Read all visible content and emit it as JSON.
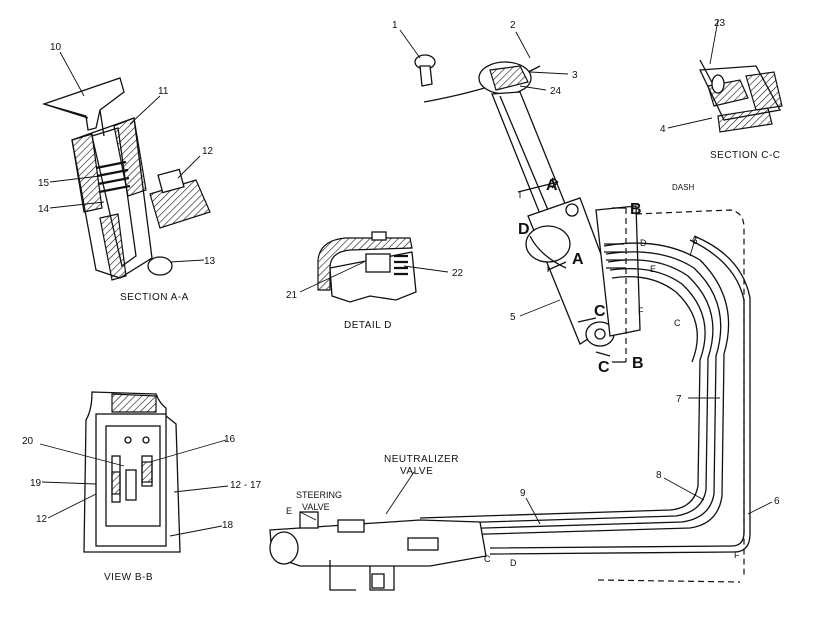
{
  "parts": [
    "1",
    "2",
    "3",
    "24",
    "23",
    "4",
    "10",
    "11",
    "12",
    "15",
    "14",
    "13",
    "21",
    "22",
    "5",
    "6",
    "7",
    "8",
    "9",
    "6",
    "16",
    "20",
    "19",
    "12",
    "12 - 17",
    "18"
  ],
  "section_labels": {
    "section_aa": "SECTION  A-A",
    "section_cc": "SECTION  C-C",
    "detail_d": "DETAIL  D",
    "view_bb": "VIEW  B-B"
  },
  "text_labels": {
    "dash": "DASH",
    "neutralizer_line1": "NEUTRALIZER",
    "neutralizer_line2": "VALVE",
    "steering_line1": "STEERING",
    "steering_line2": "VALVE"
  },
  "cut_markers": {
    "a_top": "A",
    "a_bottom": "A",
    "b_top": "B",
    "b_bottom": "B",
    "c_top": "C",
    "c_bottom": "C",
    "d": "D"
  },
  "hose_letters": {
    "d_top": "D",
    "e_top": "E",
    "f_top": "F",
    "c_side": "C",
    "e_left": "E",
    "c_bottom": "C",
    "d_bottom": "D",
    "f_bottom": "F"
  }
}
